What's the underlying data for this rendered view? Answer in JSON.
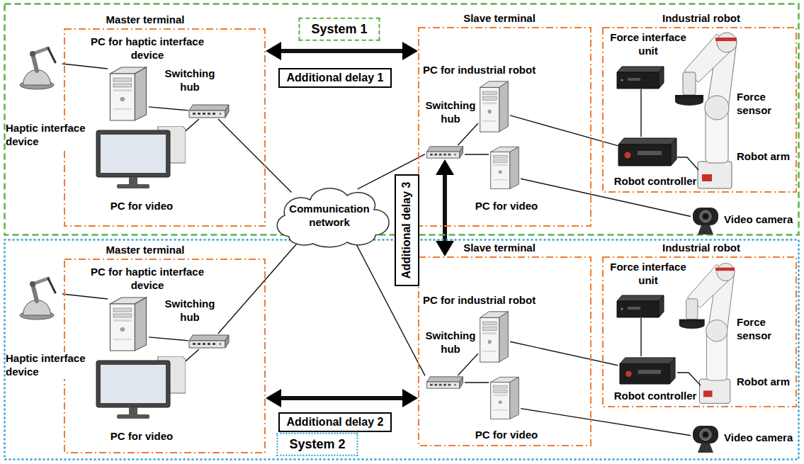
{
  "diagram": {
    "nodes": [
      {
        "text": [
          "System 1"
        ]
      },
      {
        "text": [
          "Master terminal"
        ],
        "in": 0
      },
      {
        "text": [
          "PC for haptic interface device"
        ],
        "in": 1
      },
      {
        "text": [
          "Switching hub"
        ],
        "in": 1
      },
      {
        "text": [
          "PC for video"
        ],
        "in": 1
      },
      {
        "text": [
          "Haptic interface device"
        ],
        "in": 0
      },
      {
        "text": [
          "Additional delay 1"
        ],
        "in": 0
      },
      {
        "text": [
          "Slave terminal"
        ],
        "in": 0
      },
      {
        "text": [
          "PC for industrial robot"
        ],
        "in": 7
      },
      {
        "text": [
          "Switching hub"
        ],
        "in": 7
      },
      {
        "text": [
          "PC for video"
        ],
        "in": 7
      },
      {
        "text": [
          "Industrial robot"
        ],
        "in": 0
      },
      {
        "text": [
          "Force interface unit"
        ],
        "in": 11
      },
      {
        "text": [
          "Robot controller"
        ],
        "in": 11
      },
      {
        "text": [
          "Video camera"
        ],
        "in": 0
      },
      {
        "text": [
          "System 2"
        ]
      },
      {
        "text": [
          "Master terminal"
        ],
        "in": 15
      },
      {
        "text": [
          "PC for haptic interface device"
        ],
        "in": 16
      },
      {
        "text": [
          "Switching hub"
        ],
        "in": 16
      },
      {
        "text": [
          "PC for video"
        ],
        "in": 16
      },
      {
        "text": [
          "Haptic interface device"
        ],
        "in": 15
      },
      {
        "text": [
          "Additional delay 2"
        ],
        "in": 15
      },
      {
        "text": [
          "Slave terminal"
        ],
        "in": 15
      },
      {
        "text": [
          "PC for industrial robot"
        ],
        "in": 22
      },
      {
        "text": [
          "Switching hub"
        ],
        "in": 22
      },
      {
        "text": [
          "PC for video"
        ],
        "in": 22
      },
      {
        "text": [
          "Industrial robot"
        ],
        "in": 15
      },
      {
        "text": [
          "Force interface unit"
        ],
        "in": 26
      },
      {
        "text": [
          "Robot controller"
        ],
        "in": 26
      },
      {
        "text": [
          "Video camera"
        ],
        "in": 15
      },
      {
        "text": [
          "Communication network"
        ]
      },
      {
        "text": [
          "Additional delay 3"
        ]
      }
    ],
    "edges": [
      {
        "from": 5,
        "to": 2,
        "arrow": "none"
      },
      {
        "from": 2,
        "to": 3,
        "arrow": "none"
      },
      {
        "from": 3,
        "to": 4,
        "arrow": "none"
      },
      {
        "from": 3,
        "to": 30,
        "arrow": "none"
      },
      {
        "from": 1,
        "to": 7,
        "arrow": "both"
      },
      {
        "from": 9,
        "to": 30,
        "arrow": "none"
      },
      {
        "from": 9,
        "to": 8,
        "arrow": "none"
      },
      {
        "from": 9,
        "to": 10,
        "arrow": "none"
      },
      {
        "from": 8,
        "to": 13,
        "arrow": "none"
      },
      {
        "from": 12,
        "to": 13,
        "arrow": "none"
      },
      {
        "from": 10,
        "to": 14,
        "arrow": "none"
      },
      {
        "from": 20,
        "to": 17,
        "arrow": "none"
      },
      {
        "from": 17,
        "to": 18,
        "arrow": "none"
      },
      {
        "from": 18,
        "to": 19,
        "arrow": "none"
      },
      {
        "from": 18,
        "to": 30,
        "arrow": "none"
      },
      {
        "from": 16,
        "to": 22,
        "arrow": "both"
      },
      {
        "from": 24,
        "to": 30,
        "arrow": "none"
      },
      {
        "from": 24,
        "to": 23,
        "arrow": "none"
      },
      {
        "from": 24,
        "to": 25,
        "arrow": "none"
      },
      {
        "from": 23,
        "to": 28,
        "arrow": "none"
      },
      {
        "from": 27,
        "to": 28,
        "arrow": "none"
      },
      {
        "from": 25,
        "to": 29,
        "arrow": "none"
      },
      {
        "from": 9,
        "to": 22,
        "arrow": "both"
      }
    ],
    "labels": [
      "Force sensor",
      "Robot arm",
      "Force sensor",
      "Robot arm"
    ]
  }
}
